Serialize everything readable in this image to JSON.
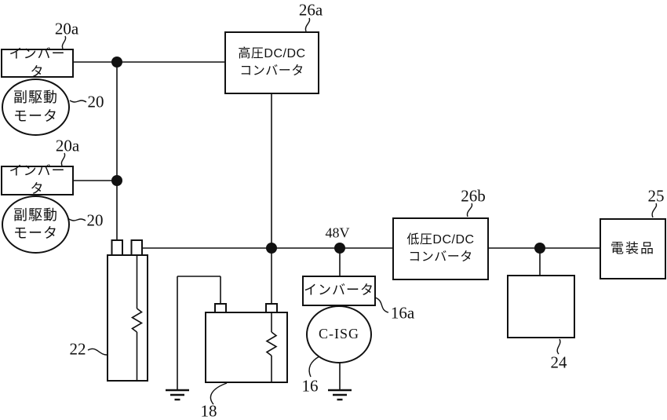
{
  "diagram": {
    "background": "#ffffff",
    "line_color": "#111111"
  },
  "boxes": {
    "inverter_top": {
      "label": "インバータ"
    },
    "inverter_mid": {
      "label": "インバータ"
    },
    "inverter_cisg": {
      "label": "インバータ"
    },
    "hv_converter": {
      "line1": "高圧DC/DC",
      "line2": "コンバータ"
    },
    "lv_converter": {
      "line1": "低圧DC/DC",
      "line2": "コンバータ"
    },
    "electrical_parts": {
      "label": "電装品"
    }
  },
  "circles": {
    "motor_top": {
      "line1": "副駆動",
      "line2": "モータ"
    },
    "motor_mid": {
      "line1": "副駆動",
      "line2": "モータ"
    },
    "cisg": {
      "label": "C-ISG"
    }
  },
  "refs": {
    "r20a_top": "20a",
    "r20_top": "20",
    "r20a_mid": "20a",
    "r20_mid": "20",
    "r26a": "26a",
    "r26b": "26b",
    "r25": "25",
    "r48v": "48V",
    "r16a": "16a",
    "r16": "16",
    "r18": "18",
    "r22": "22",
    "r24": "24"
  }
}
